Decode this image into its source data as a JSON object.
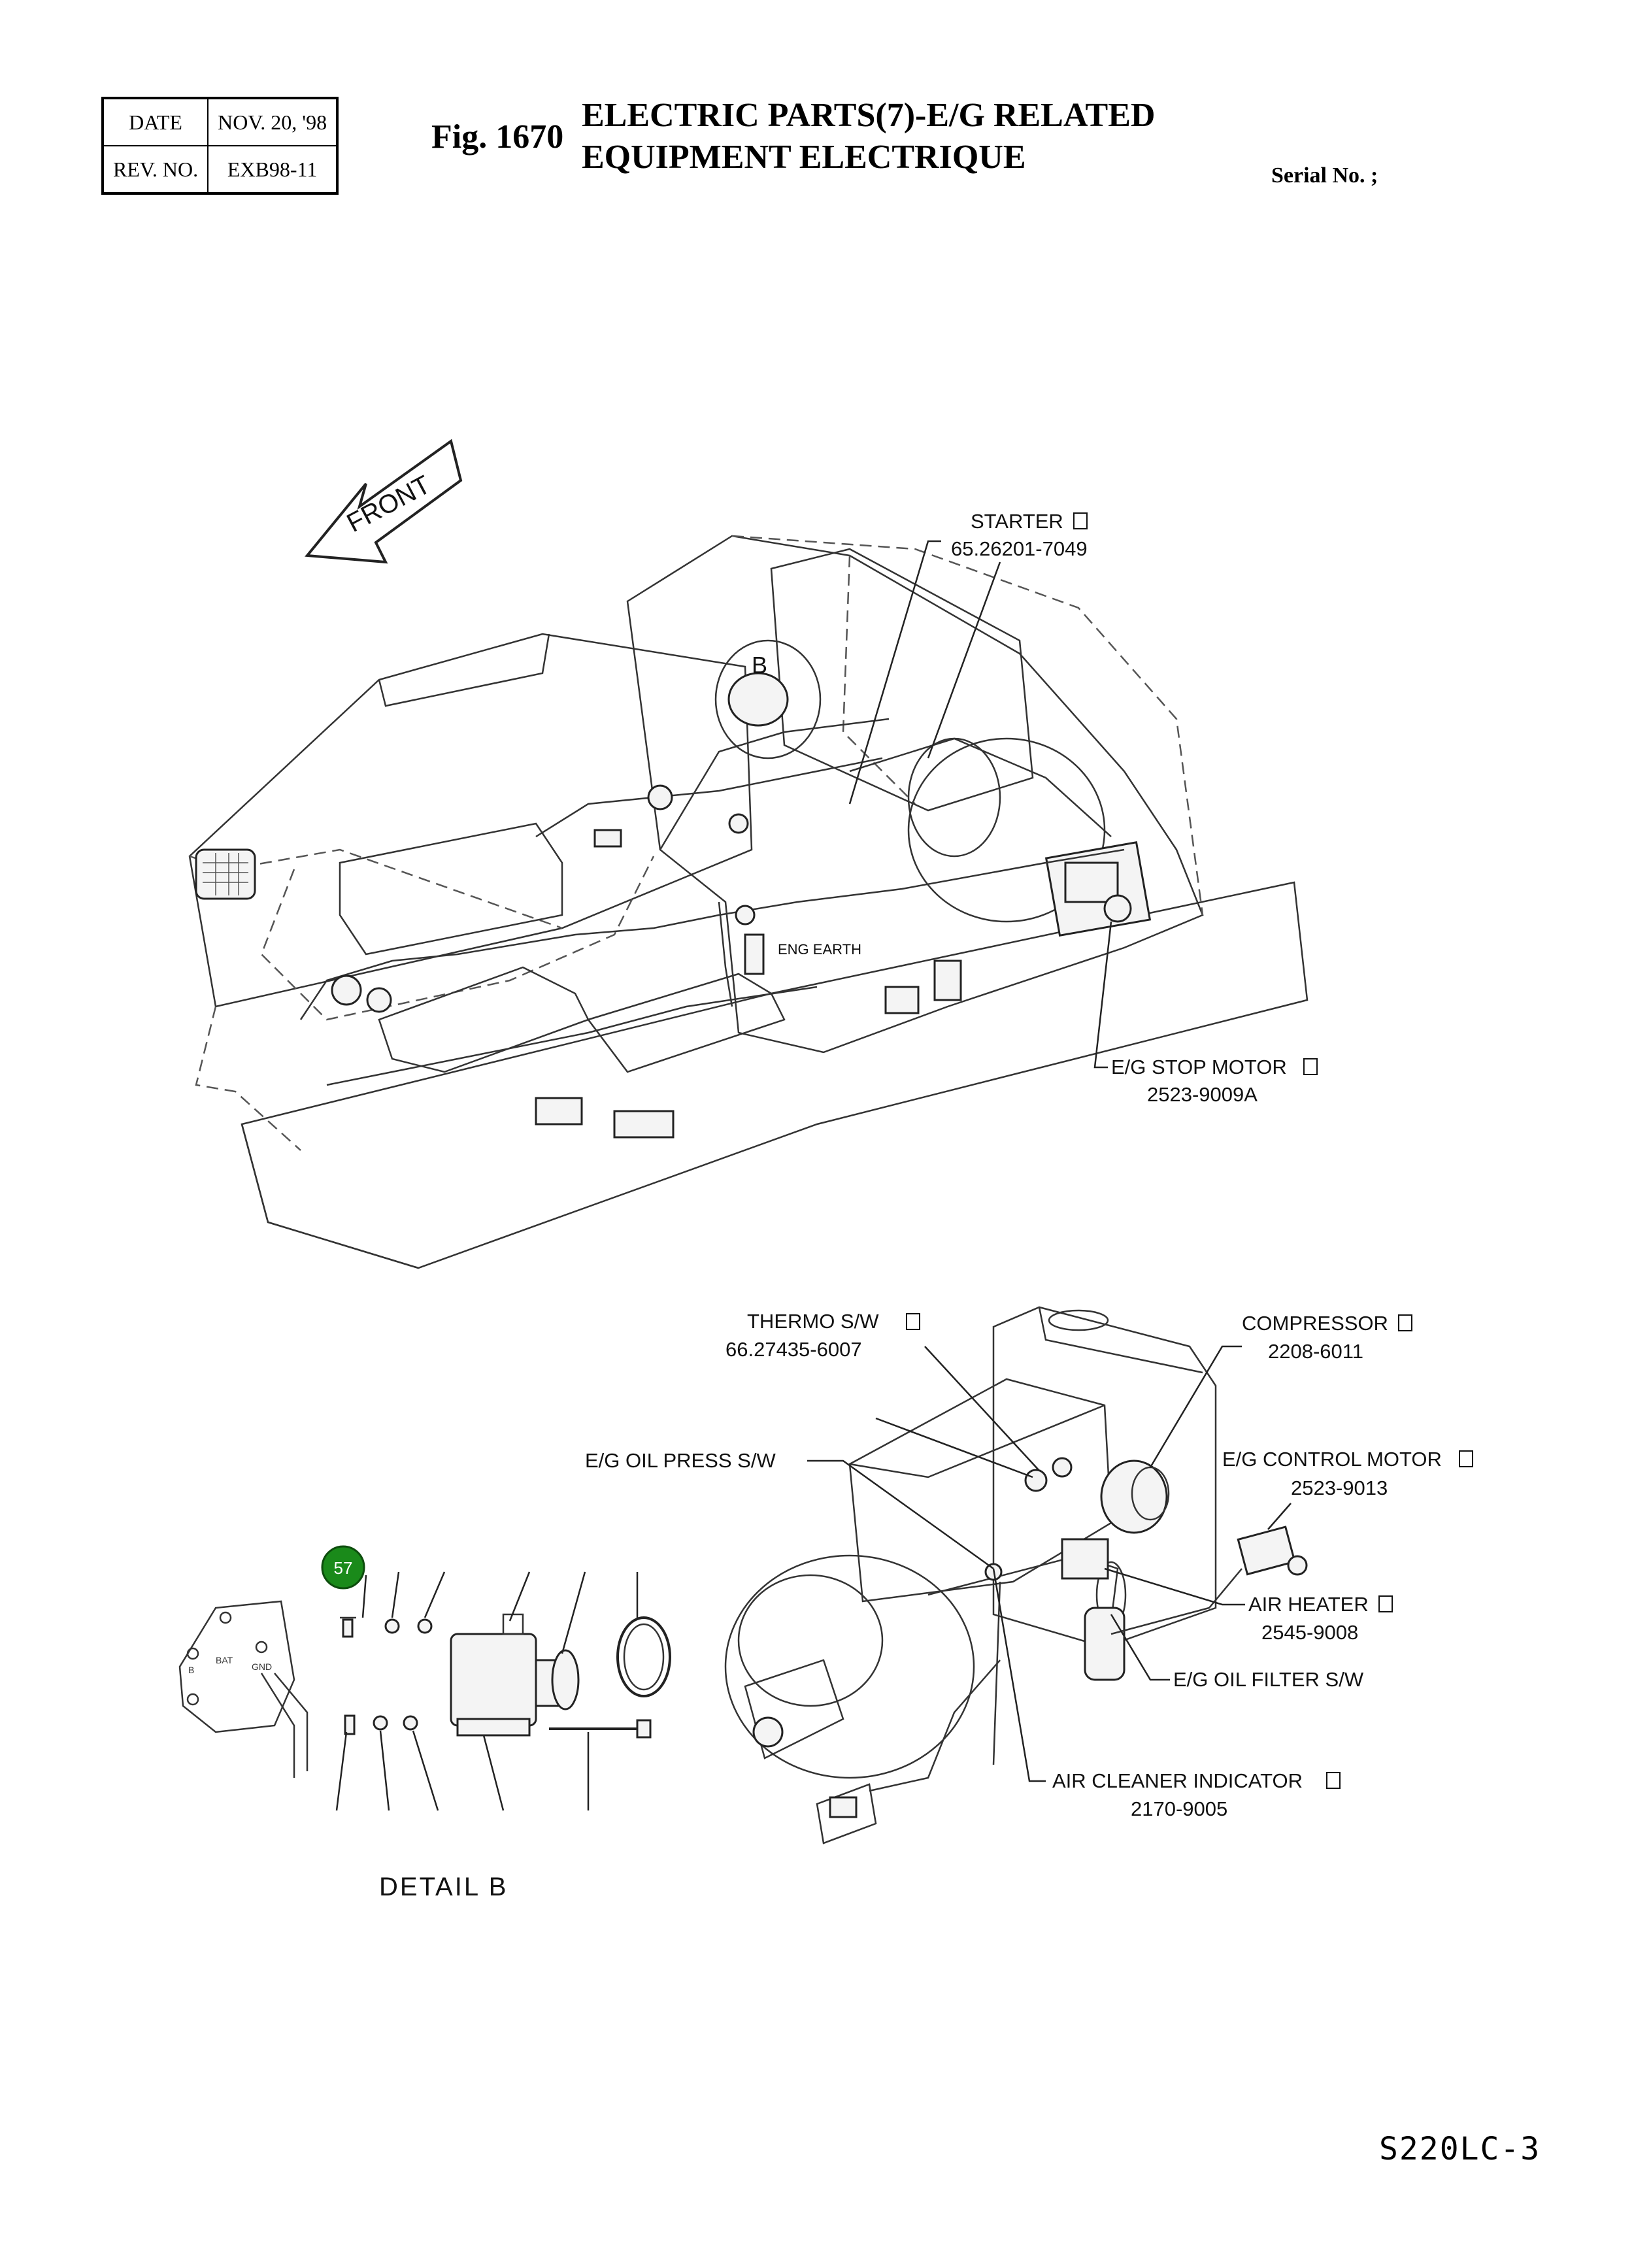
{
  "header": {
    "date_label": "DATE",
    "date_value": "NOV. 20, '98",
    "rev_label": "REV. NO.",
    "rev_value": "EXB98-11",
    "fig_number": "Fig. 1670",
    "title_line1": "ELECTRIC PARTS(7)-E/G RELATED",
    "title_line2": "EQUIPMENT ELECTRIQUE",
    "serial": "Serial No. ;"
  },
  "diagram": {
    "front_arrow": "FRONT",
    "section_marker": "B",
    "eng_earth": "ENG EARTH",
    "callouts": [
      {
        "name": "STARTER",
        "part": "65.26201-7049"
      },
      {
        "name": "E/G STOP MOTOR",
        "part": "2523-9009A"
      },
      {
        "name": "THERMO S/W",
        "part": "66.27435-6007"
      },
      {
        "name": "COMPRESSOR",
        "part": "2208-6011"
      },
      {
        "name": "E/G OIL PRESS S/W",
        "part": ""
      },
      {
        "name": "E/G CONTROL MOTOR",
        "part": "2523-9013"
      },
      {
        "name": "AIR HEATER",
        "part": "2545-9008"
      },
      {
        "name": "E/G OIL FILTER S/W",
        "part": ""
      },
      {
        "name": "AIR CLEANER INDICATOR",
        "part": "2170-9005"
      }
    ],
    "detail_title": "DETAIL  B",
    "marker_badge": "57",
    "marker_color": "#1a8a1a",
    "alternator_terminals": [
      "B",
      "BAT",
      "GND"
    ]
  },
  "footer": {
    "model": "S220LC-3"
  }
}
